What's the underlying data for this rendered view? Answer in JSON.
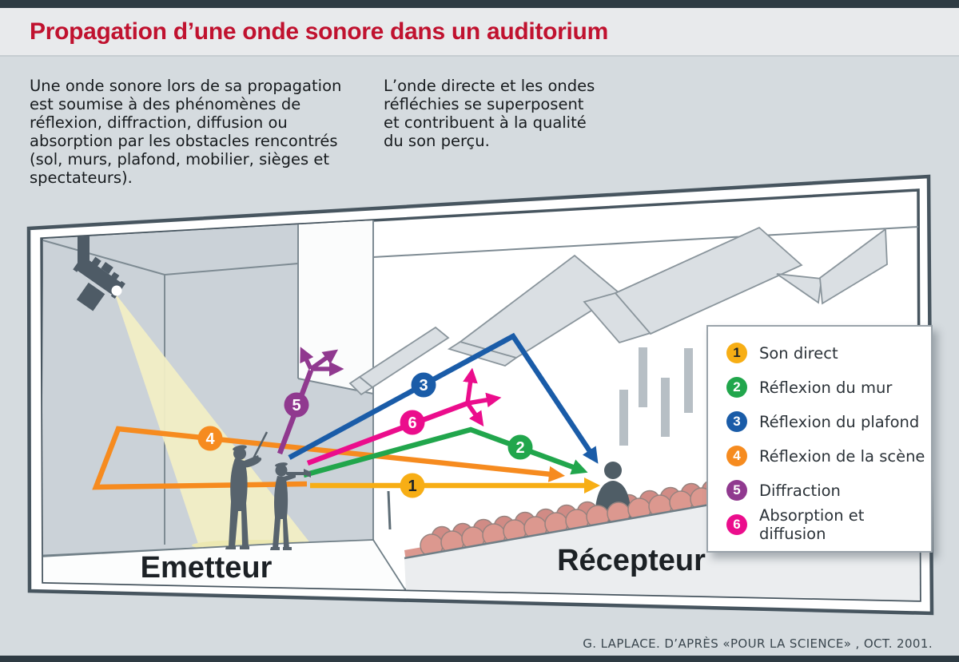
{
  "page": {
    "title": "Propagation d’une onde sonore dans un auditorium",
    "credit": "G. LAPLACE. D’APRÈS «POUR LA SCIENCE» , OCT. 2001.",
    "accent_color": "#C0122F",
    "bar_color": "#2E3B43",
    "background_color": "#D5DBDF"
  },
  "intro": {
    "left": "Une onde sonore lors de sa propagation\nest soumise à des phénomènes de\nréflexion, diffraction, diffusion ou\nabsorption par les obstacles rencontrés\n(sol, murs, plafond, mobilier, sièges et\nspectateurs).",
    "right": "L’onde directe et les ondes\nréfléchies se superposent\net contribuent à la qualité\ndu son perçu."
  },
  "diagram": {
    "emitter_label": "Emetteur",
    "receiver_label": "Récepteur",
    "legend": [
      {
        "num": "1",
        "label": "Son direct",
        "color": "#F7AE15",
        "num_color": "#1E2428"
      },
      {
        "num": "2",
        "label": "Réflexion du mur",
        "color": "#21A64C",
        "num_color": "#FFFFFF"
      },
      {
        "num": "3",
        "label": "Réflexion du plafond",
        "color": "#1A5CA8",
        "num_color": "#FFFFFF"
      },
      {
        "num": "4",
        "label": "Réflexion de la scène",
        "color": "#F68B1F",
        "num_color": "#FFFFFF"
      },
      {
        "num": "5",
        "label": "Diffraction",
        "color": "#90398F",
        "num_color": "#FFFFFF"
      },
      {
        "num": "6",
        "label": "Absorption et diffusion",
        "color": "#EB0D8C",
        "num_color": "#FFFFFF"
      }
    ]
  }
}
